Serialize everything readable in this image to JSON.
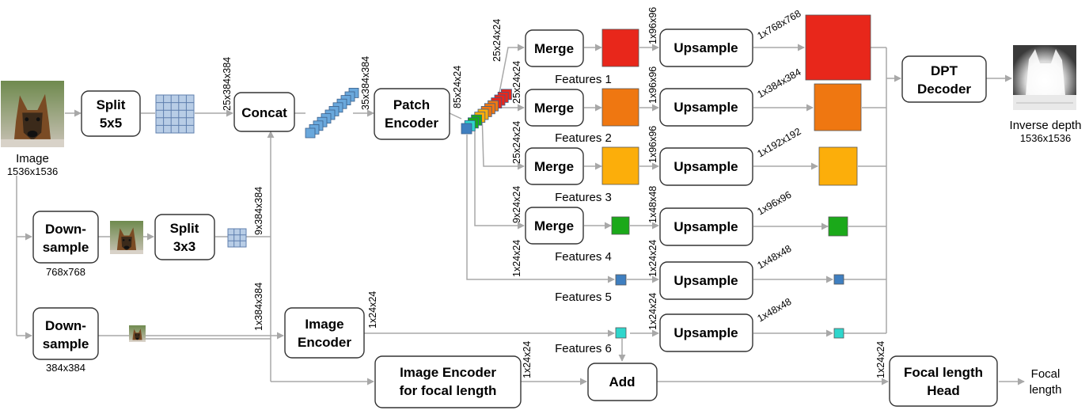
{
  "input": {
    "label": "Image",
    "size": "1536x1536"
  },
  "output": {
    "label": "Inverse depth",
    "size": "1536x1536"
  },
  "blocks": {
    "split5": [
      "Split",
      "5x5"
    ],
    "concat": [
      "Concat"
    ],
    "patch_encoder": [
      "Patch",
      "Encoder"
    ],
    "downsample1": [
      "Down-",
      "sample"
    ],
    "split3": [
      "Split",
      "3x3"
    ],
    "downsample2": [
      "Down-",
      "sample"
    ],
    "image_encoder": [
      "Image",
      "Encoder"
    ],
    "focal_encoder": [
      "Image Encoder",
      "for focal length"
    ],
    "add": [
      "Add"
    ],
    "dpt_decoder": [
      "DPT",
      "Decoder"
    ],
    "focal_head": [
      "Focal length",
      "Head"
    ],
    "merge": [
      "Merge"
    ],
    "upsample": [
      "Upsample"
    ]
  },
  "downsample_sizes": [
    "768x768",
    "384x384"
  ],
  "focal_output": [
    "Focal",
    "length"
  ],
  "features": [
    "Features 1",
    "Features 2",
    "Features 3",
    "Features 4",
    "Features 5",
    "Features 6"
  ],
  "dims": {
    "split5_out": "25x384x384",
    "split3_out": "9x384x384",
    "down2_out": "1x384x384",
    "concat_out": "35x384x384",
    "patch_out": "85x24x24",
    "merge1_in": "25x24x24",
    "merge2_in": "25x24x24",
    "merge3_in": "25x24x24",
    "merge4_in": "9x24x24",
    "feat5": "1x24x24",
    "image_enc_out": "1x24x24",
    "focal_enc_out": "1x24x24",
    "head_in": "1x24x24",
    "up1_in": "1x96x96",
    "up2_in": "1x96x96",
    "up3_in": "1x96x96",
    "up4_in": "1x48x48",
    "up5_in": "1x24x24",
    "up6_in": "1x24x24",
    "up1_out": "1x768x768",
    "up2_out": "1x384x384",
    "up3_out": "1x192x192",
    "up4_out": "1x96x96",
    "up5_out": "1x48x48",
    "up6_out": "1x48x48"
  },
  "colors": {
    "features": [
      "#e8271b",
      "#ef7711",
      "#fcae0a",
      "#1ba91a",
      "#3f7fc0",
      "#2fd6cc"
    ],
    "patch": "#6aa8dc",
    "edge": "#a8a8a8"
  }
}
